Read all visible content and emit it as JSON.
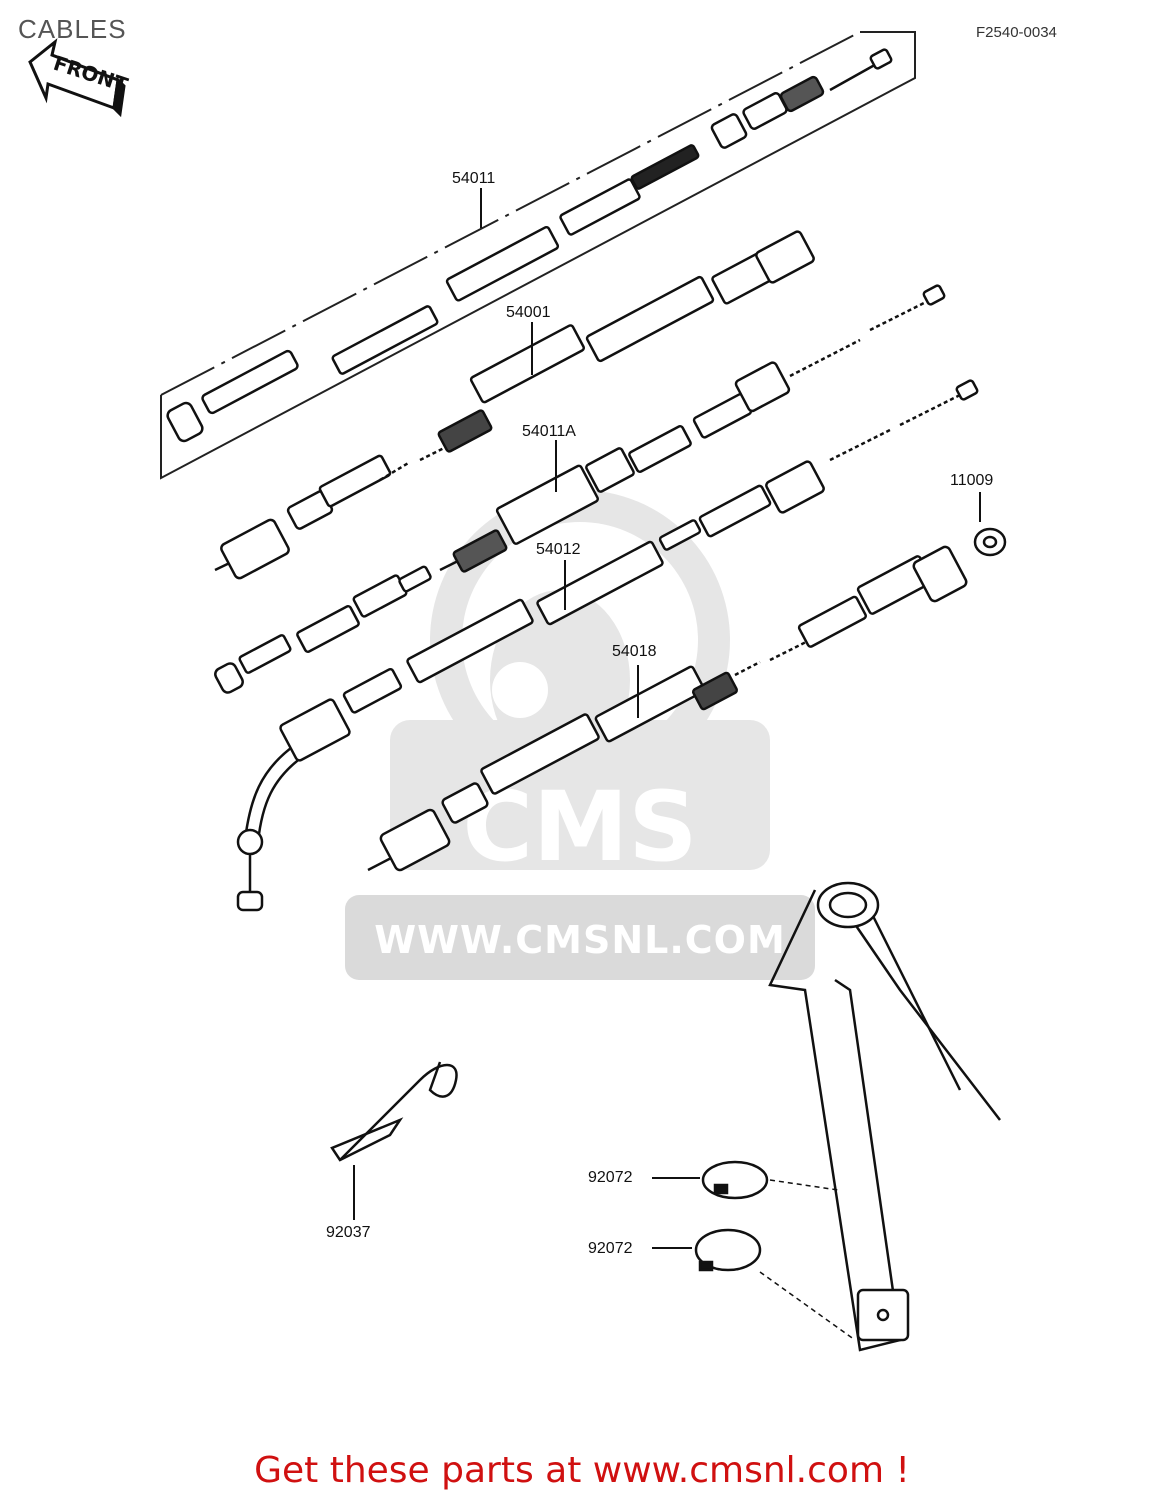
{
  "header": {
    "title": "CABLES",
    "figure_code": "F2540-0034"
  },
  "front_arrow": {
    "label": "FRONT",
    "icon": "front-arrow-icon"
  },
  "parts": [
    {
      "id": "p54011",
      "number": "54011"
    },
    {
      "id": "p54001",
      "number": "54001"
    },
    {
      "id": "p54011A",
      "number": "54011A"
    },
    {
      "id": "p54012",
      "number": "54012"
    },
    {
      "id": "p54018",
      "number": "54018"
    },
    {
      "id": "p11009",
      "number": "11009"
    },
    {
      "id": "p92037",
      "number": "92037"
    },
    {
      "id": "p92072a",
      "number": "92072"
    },
    {
      "id": "p92072b",
      "number": "92072"
    }
  ],
  "watermark": {
    "logo_text": "CMS",
    "url_text": "WWW.CMSNL.COM"
  },
  "footer": {
    "cta": "Get these parts at www.cmsnl.com !"
  }
}
